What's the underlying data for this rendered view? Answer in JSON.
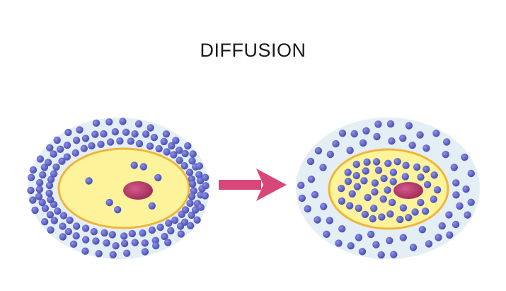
{
  "title": "DIFFUSION",
  "colors": {
    "background": "#ffffff",
    "halo": "#e4eef5",
    "cell_fill": "#fdf39a",
    "cell_border": "#f0b53a",
    "nucleus": "#b8386a",
    "particle": "#5e63c7",
    "arrow": "#d8477a"
  },
  "states": [
    {
      "id": "before",
      "description_icon": "cell-high-outside-concentration"
    },
    {
      "id": "after",
      "description_icon": "cell-equilibrium"
    }
  ],
  "arrow_icon": "right-arrow-icon"
}
